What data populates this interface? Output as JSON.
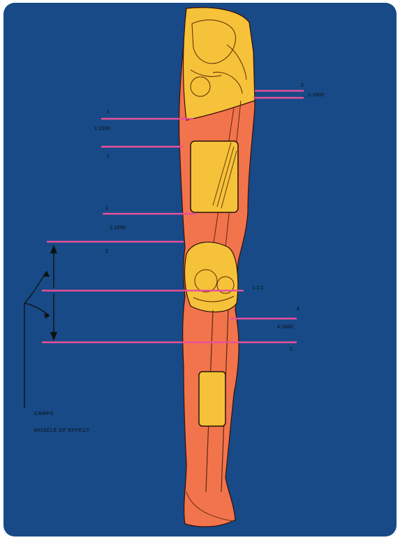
{
  "colors": {
    "panel_background": "#174a86",
    "leg_fill": "#f2744d",
    "thigh_fill": "#f5c23a",
    "marker_line": "#e8509a",
    "ink": "#111111"
  },
  "labels": {
    "hip_right_number": "2",
    "hip_right_value": "1:1000",
    "upper_thigh_number": "1",
    "upper_thigh_value": "1:1000",
    "upper_thigh_lower_mark": "1",
    "mid_thigh_number": "1",
    "mid_thigh_value": "1:1000",
    "knee_top_number": "2",
    "knee_mid_value": "1:1:1",
    "shin_number": "4",
    "shin_value": "4:1000",
    "shin_lower_mark": "1"
  },
  "annotation": {
    "line1": "CAMPS",
    "line2": "MUSCLE OF EFFECT"
  },
  "icons": [
    "arrow-up-icon",
    "arrow-down-icon",
    "curved-arrow-icon"
  ]
}
